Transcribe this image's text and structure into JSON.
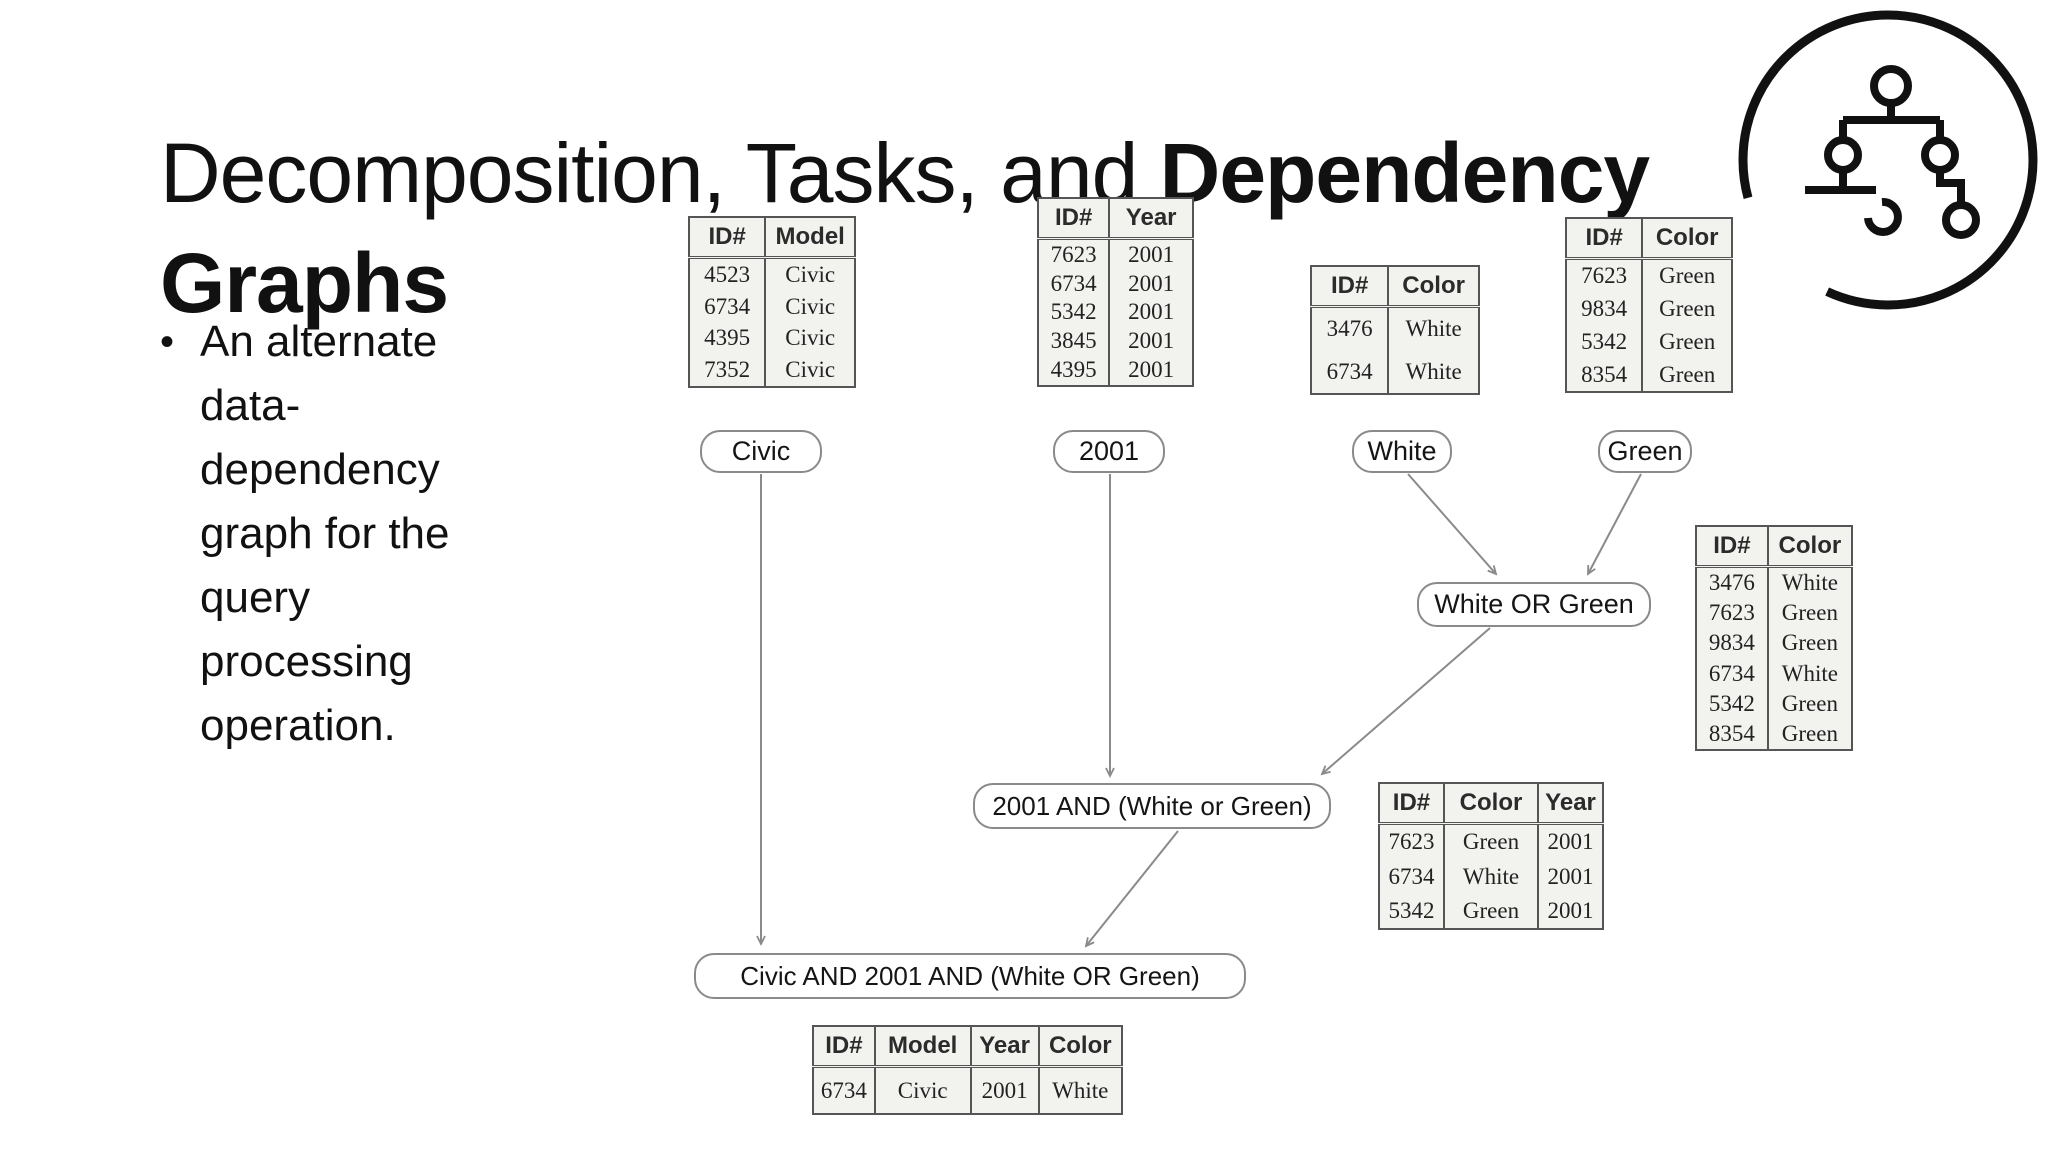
{
  "slide": {
    "title": {
      "line1_regular": "Decomposition, Tasks, and",
      "line1_bold": "Dependency",
      "line2_bold": "Graphs"
    },
    "bullet_marker": "•",
    "bullet_text": "An alternate data-dependency graph for the query processing operation."
  },
  "diagram": {
    "tables": {
      "model": {
        "headers": [
          "ID#",
          "Model"
        ],
        "rows": [
          [
            "4523",
            "Civic"
          ],
          [
            "6734",
            "Civic"
          ],
          [
            "4395",
            "Civic"
          ],
          [
            "7352",
            "Civic"
          ]
        ]
      },
      "year": {
        "headers": [
          "ID#",
          "Year"
        ],
        "rows": [
          [
            "7623",
            "2001"
          ],
          [
            "6734",
            "2001"
          ],
          [
            "5342",
            "2001"
          ],
          [
            "3845",
            "2001"
          ],
          [
            "4395",
            "2001"
          ]
        ]
      },
      "white": {
        "headers": [
          "ID#",
          "Color"
        ],
        "rows": [
          [
            "3476",
            "White"
          ],
          [
            "6734",
            "White"
          ]
        ]
      },
      "green": {
        "headers": [
          "ID#",
          "Color"
        ],
        "rows": [
          [
            "7623",
            "Green"
          ],
          [
            "9834",
            "Green"
          ],
          [
            "5342",
            "Green"
          ],
          [
            "8354",
            "Green"
          ]
        ]
      },
      "or_result": {
        "headers": [
          "ID#",
          "Color"
        ],
        "rows": [
          [
            "3476",
            "White"
          ],
          [
            "7623",
            "Green"
          ],
          [
            "9834",
            "Green"
          ],
          [
            "6734",
            "White"
          ],
          [
            "5342",
            "Green"
          ],
          [
            "8354",
            "Green"
          ]
        ]
      },
      "and_result": {
        "headers": [
          "ID#",
          "Color",
          "Year"
        ],
        "rows": [
          [
            "7623",
            "Green",
            "2001"
          ],
          [
            "6734",
            "White",
            "2001"
          ],
          [
            "5342",
            "Green",
            "2001"
          ]
        ]
      },
      "final_result": {
        "headers": [
          "ID#",
          "Model",
          "Year",
          "Color"
        ],
        "rows": [
          [
            "6734",
            "Civic",
            "2001",
            "White"
          ]
        ]
      }
    },
    "nodes": {
      "civic": "Civic",
      "year2001": "2001",
      "white": "White",
      "green": "Green",
      "white_or_green": "White OR Green",
      "and2001": "2001 AND (White or Green)",
      "final": "Civic AND 2001 AND (White OR Green)"
    },
    "colors": {
      "table_bg": "#f2f2ef",
      "table_border": "#555555",
      "node_border": "#8a8a8a",
      "arrow": "#8a8a8a",
      "text": "#111111"
    },
    "icon": "dependency-graph-icon"
  }
}
